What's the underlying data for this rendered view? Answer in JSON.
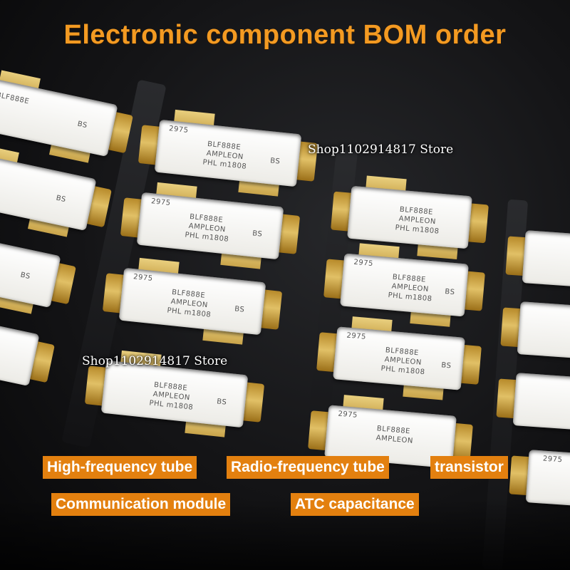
{
  "title": "Electronic component BOM order",
  "watermarks": [
    "Shop1102914817 Store",
    "Shop1102914817 Store"
  ],
  "chip_markings": {
    "lot": "2975",
    "part": "BLF888E",
    "maker": "AMPLEON",
    "line3": "PHL  m1808",
    "corner": "BS"
  },
  "tags": [
    "High-frequency tube",
    "Radio-frequency tube",
    "transistor",
    "Communication module",
    "ATC capacitance"
  ],
  "colors": {
    "accent": "#e3800f",
    "title": "#f39a22",
    "gold": "#d8b456",
    "ceramic": "#f5f5f2"
  }
}
